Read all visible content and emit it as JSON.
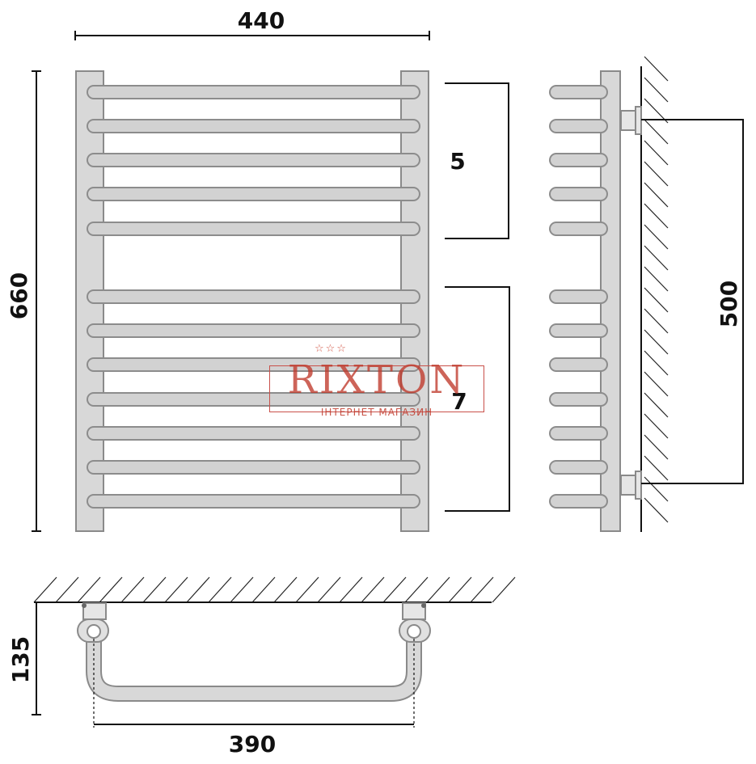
{
  "dimensions": {
    "width_top": "440",
    "height_left": "660",
    "section_upper": "5",
    "section_lower": "7",
    "mount_distance": "500",
    "depth": "135",
    "axis_distance": "390"
  },
  "logo": {
    "brand": "RIXTON",
    "tagline": "ІНТЕРНЕТ МАГАЗИН",
    "stars": "☆☆☆"
  },
  "colors": {
    "rail_fill": "#d8d8d8",
    "outline": "#8a8a8a",
    "logo_red": "#c0392b"
  }
}
